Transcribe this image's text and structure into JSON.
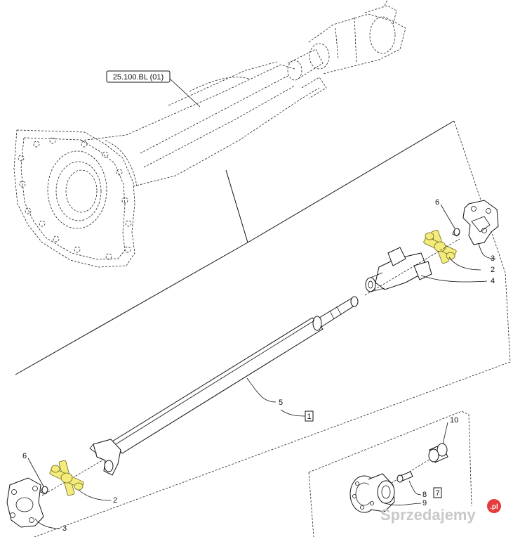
{
  "reference_label": "25.100.BL (01)",
  "assembly_box_label": "1",
  "kit_box_label": "7",
  "callouts": {
    "c2_top": "2",
    "c3_top": "3",
    "c4": "4",
    "c5": "5",
    "c6_top": "6",
    "c2_bottom": "2",
    "c3_bottom": "3",
    "c6_bottom": "6",
    "c8": "8",
    "c9": "9",
    "c10": "10"
  },
  "watermark": {
    "text": "Sprzedajemy",
    "badge": ".pl",
    "badge_color": "#e63b3b"
  },
  "colors": {
    "spider_yellow": "#f4ec7a",
    "line": "#111111"
  }
}
